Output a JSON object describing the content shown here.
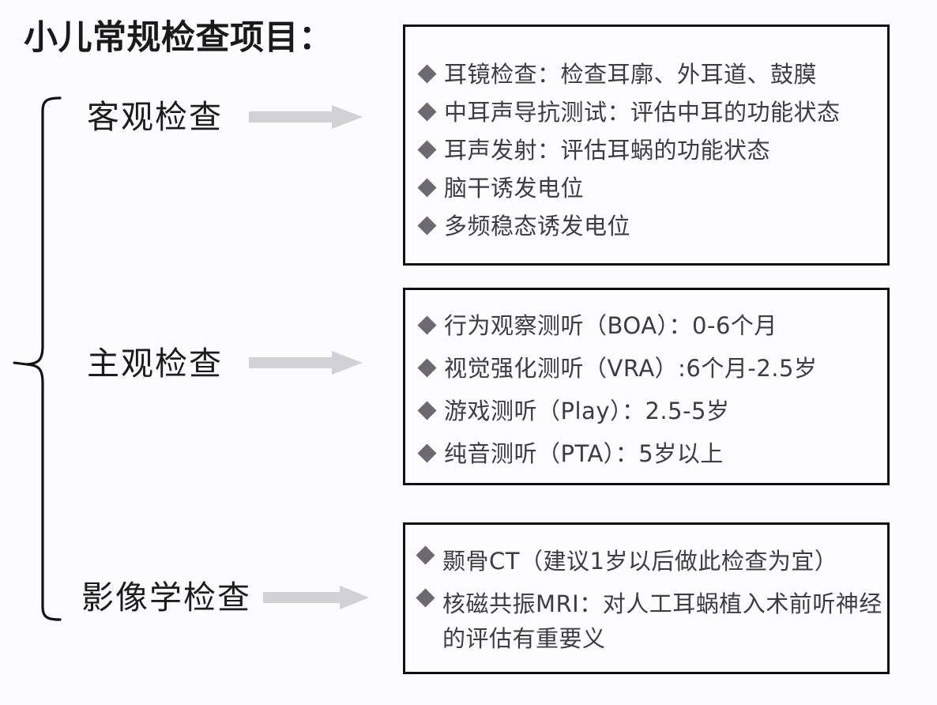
{
  "title": "小儿常规检查项目：",
  "colors": {
    "background": "#fcfbfd",
    "box_border": "#111111",
    "bullet_marker": "#6c6a70",
    "arrow": "#d2d1d5",
    "text": "#3c3c42",
    "title_text": "#1a1a1a",
    "brace": "#111111"
  },
  "branches": [
    {
      "label": "客观检查",
      "arrow": "right-arrow-icon"
    },
    {
      "label": "主观检查",
      "arrow": "right-arrow-icon"
    },
    {
      "label": "影像学检查",
      "arrow": "right-arrow-icon"
    }
  ],
  "boxes": [
    {
      "name": "objective-examination-box",
      "items": [
        "耳镜检查：检查耳廓、外耳道、鼓膜",
        "中耳声导抗测试：评估中耳的功能状态",
        "耳声发射：评估耳蜗的功能状态",
        "脑干诱发电位",
        "多频稳态诱发电位"
      ]
    },
    {
      "name": "subjective-examination-box",
      "items": [
        "行为观察测听（BOA）：0-6个月",
        "视觉强化测听（VRA）:6个月-2.5岁",
        "游戏测听（Play）：2.5-5岁",
        "纯音测听（PTA）：5岁以上"
      ]
    },
    {
      "name": "imaging-examination-box",
      "items": [
        "颞骨CT（建议1岁以后做此检查为宜）",
        "核磁共振MRI：对人工耳蜗植入术前听神经的评估有重要义"
      ]
    }
  ]
}
